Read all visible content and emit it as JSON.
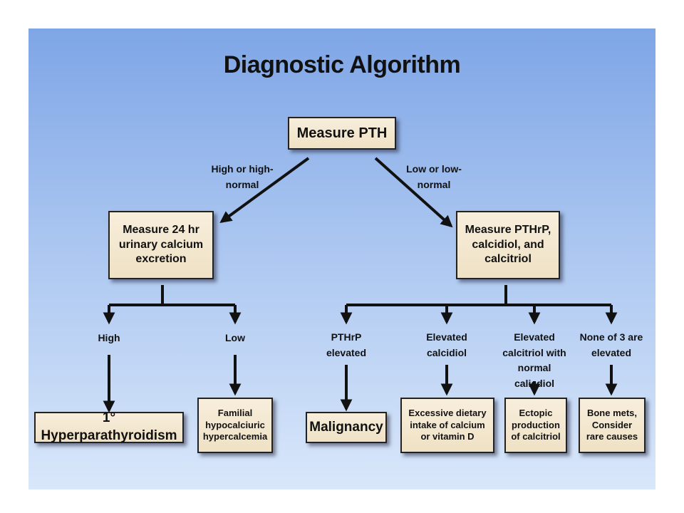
{
  "title": "Diagnostic Algorithm",
  "nodes": {
    "measure_pth": "Measure PTH",
    "measure_urinary": "Measure 24 hr urinary calcium excretion",
    "measure_pthrp": "Measure PTHrP, calcidiol, and calcitriol",
    "hyperparathyroidism": "1° Hyperparathyroidism",
    "fhh": "Familial hypocalciuric hypercalcemia",
    "malignancy": "Malignancy",
    "excessive_intake": "Excessive dietary intake of calcium or vitamin D",
    "ectopic": "Ectopic production of calcitriol",
    "bone_mets": "Bone mets, Consider rare causes"
  },
  "edge_labels": {
    "high_normal": "High or high-normal",
    "low_normal": "Low or low-normal",
    "high": "High",
    "low": "Low",
    "pthrp_elevated": "PTHrP elevated",
    "elevated_calcidiol": "Elevated calcidiol",
    "elevated_calcitriol": "Elevated calcitriol with normal calicdiol",
    "none_elevated": "None of 3 are elevated"
  },
  "colors": {
    "background_top": "#7ea5e6",
    "background_bottom": "#d9e7fa",
    "box_fill": "#f3e8d0",
    "line": "#111111"
  }
}
